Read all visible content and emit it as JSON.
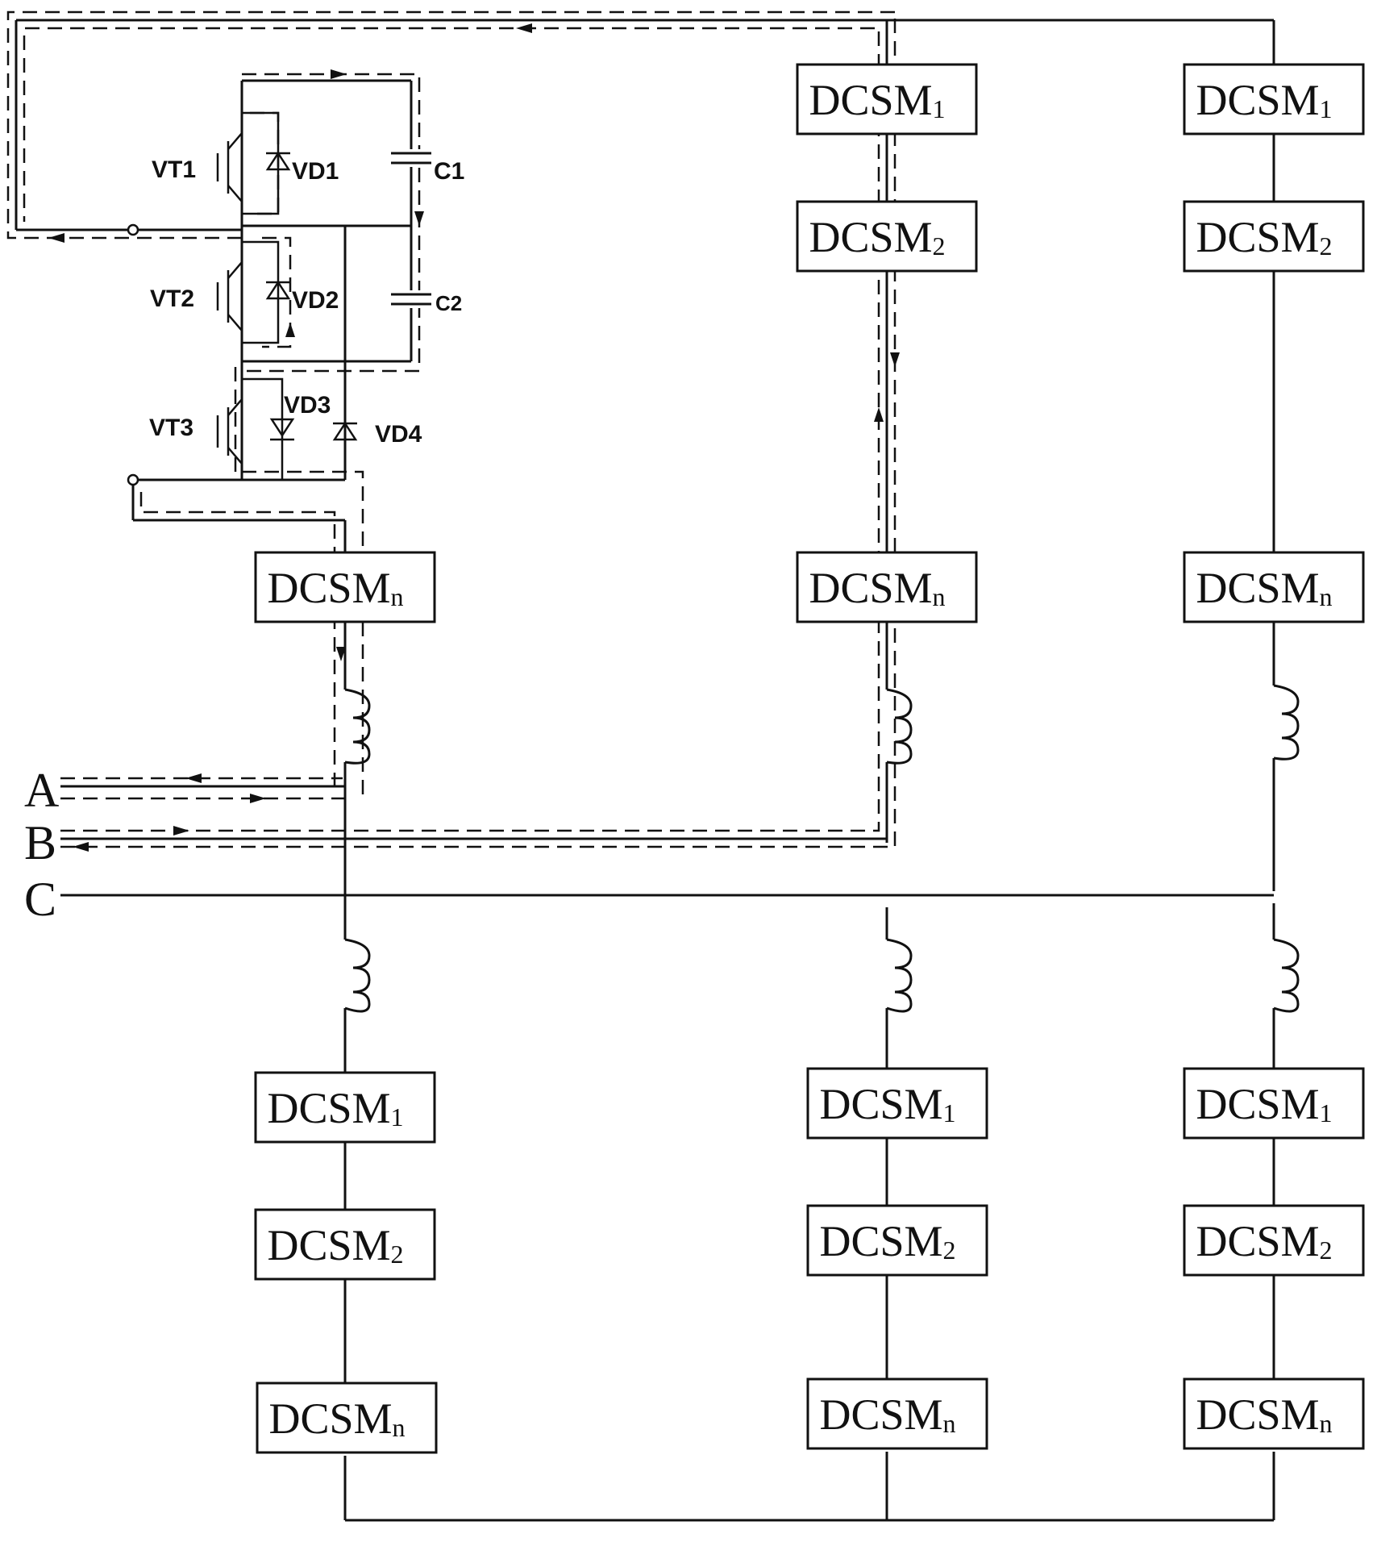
{
  "module_label_base": "DCSM",
  "module_subscripts": [
    "1",
    "2",
    "n"
  ],
  "phases": [
    "A",
    "B",
    "C"
  ],
  "submodule_components": {
    "transistors": [
      "VT1",
      "VT2",
      "VT3"
    ],
    "diodes": [
      "VD1",
      "VD2",
      "VD3",
      "VD4"
    ],
    "capacitors": [
      "C1",
      "C2"
    ]
  }
}
